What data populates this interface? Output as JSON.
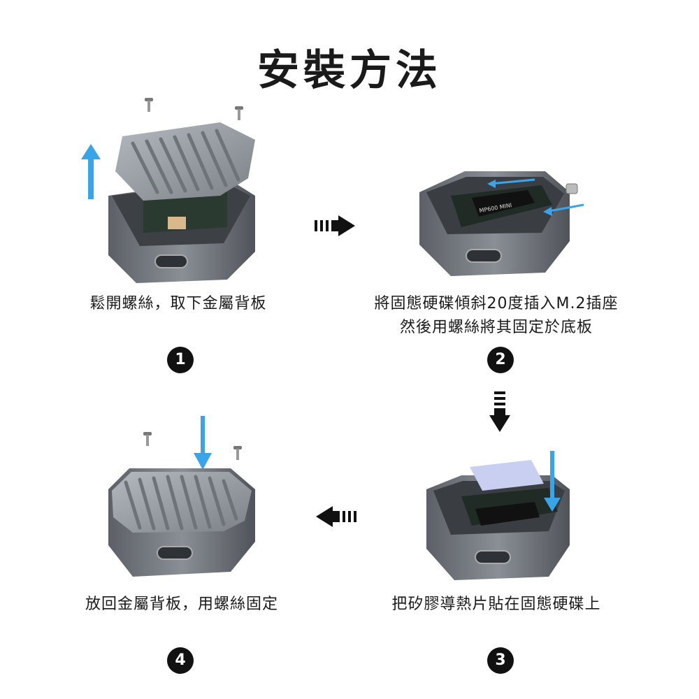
{
  "title": "安裝方法",
  "steps": [
    {
      "number": "1",
      "caption_lines": [
        "鬆開螺絲，取下金屬背板"
      ]
    },
    {
      "number": "2",
      "caption_lines": [
        "將固態硬碟傾斜20度插入M.2插座",
        "然後用螺絲將其固定於底板"
      ]
    },
    {
      "number": "3",
      "caption_lines": [
        "把矽膠導熱片貼在固態硬碟上"
      ]
    },
    {
      "number": "4",
      "caption_lines": [
        "放回金屬背板，用螺絲固定"
      ]
    }
  ],
  "ssd_label": "MP600 MINI",
  "colors": {
    "accent_arrow": "#3aa4e8",
    "enclosure": "#6a6e74",
    "lid": "#9aa0a6",
    "pcb": "#2a3a30",
    "thermal_pad": "#c9cff0"
  },
  "icons": [
    "arrow-up-icon",
    "arrow-right-icon",
    "arrow-down-icon",
    "arrow-left-icon",
    "screw-icon"
  ]
}
